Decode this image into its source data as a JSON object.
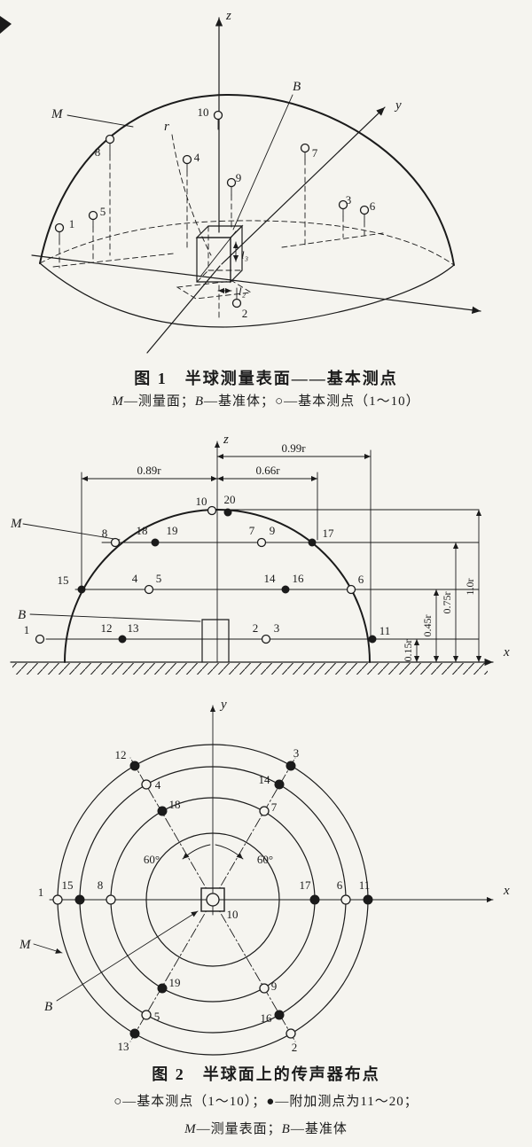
{
  "page": {
    "paper": "#f5f4ef",
    "ink": "#1b1b1b"
  },
  "pt": {
    "1": "1",
    "2": "2",
    "3": "3",
    "4": "4",
    "5": "5",
    "6": "6",
    "7": "7",
    "8": "8",
    "9": "9",
    "10": "10",
    "11": "11",
    "12": "12",
    "13": "13",
    "14": "14",
    "15": "15",
    "16": "16",
    "17": "17",
    "18": "18",
    "19": "19",
    "20": "20"
  },
  "fig1": {
    "axis_z": "z",
    "axis_y": "y",
    "label_M": "M",
    "label_B": "B",
    "label_r": "r",
    "label_l3": "l₃",
    "label_l2": "l₂",
    "caption": "图 1　半球测量表面——基本测点",
    "legend": {
      "m": "M",
      "seg1": "—测量面；",
      "b": "B",
      "seg2": "—基准体；",
      "seg3": "○—基本测点（1～10）"
    }
  },
  "fig2side": {
    "axis_z": "z",
    "axis_x": "x",
    "label_M": "M",
    "label_B": "B",
    "dim_099": "0.99r",
    "dim_089": "0.89r",
    "dim_066": "0.66r",
    "dim_015": "0.15r",
    "dim_045": "0.45r",
    "dim_075": "0.75r",
    "dim_100": "1.0r"
  },
  "fig2plan": {
    "axis_x": "x",
    "axis_y": "y",
    "label_M": "M",
    "label_B": "B",
    "angle_left": "60°",
    "angle_right": "60°",
    "center_point": "10"
  },
  "fig2": {
    "caption": "图 2　半球面上的传声器布点",
    "legend1": {
      "sym_open": "○",
      "seg1": "—基本测点（1～10）；",
      "sym_filled": "●",
      "seg2": "—附加测点为11～20；"
    },
    "legend2": {
      "m": "M",
      "seg1": "—测量表面；",
      "b": "B",
      "seg2": "—基准体"
    }
  }
}
